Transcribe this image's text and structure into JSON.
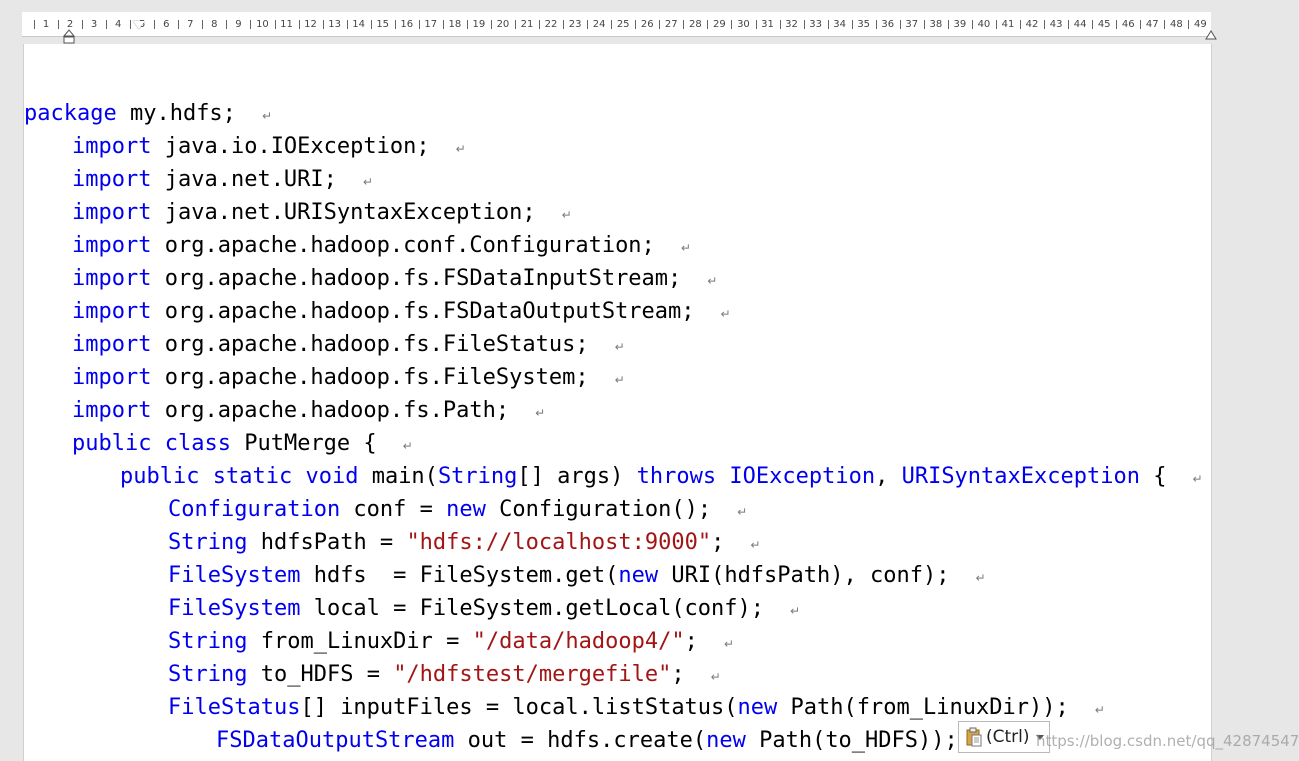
{
  "ruler": {
    "numbers": [
      "1",
      "2",
      "3",
      "4",
      "5",
      "6",
      "7",
      "8",
      "9",
      "10",
      "11",
      "12",
      "13",
      "14",
      "15",
      "16",
      "17",
      "18",
      "19",
      "20",
      "21",
      "22",
      "23",
      "24",
      "25",
      "26",
      "27",
      "28",
      "29",
      "30",
      "31",
      "32",
      "33",
      "34",
      "35",
      "36",
      "37",
      "38",
      "39",
      "40",
      "41",
      "42",
      "43",
      "44",
      "45",
      "46",
      "47",
      "48",
      "49"
    ]
  },
  "colors": {
    "keyword": "#0000ee",
    "string": "#a31515",
    "plain": "#000000",
    "paragraph_mark": "#7a7a7a"
  },
  "document": {
    "paragraph_mark": "↵",
    "lines": [
      {
        "indent": 0,
        "tokens": [
          {
            "t": "kw",
            "v": "package"
          },
          {
            "t": "plain",
            "v": " my.hdfs;"
          }
        ]
      },
      {
        "indent": 1,
        "tokens": [
          {
            "t": "kw",
            "v": "import"
          },
          {
            "t": "plain",
            "v": " java.io.IOException;"
          }
        ]
      },
      {
        "indent": 1,
        "tokens": [
          {
            "t": "kw",
            "v": "import"
          },
          {
            "t": "plain",
            "v": " java.net.URI;"
          }
        ]
      },
      {
        "indent": 1,
        "tokens": [
          {
            "t": "kw",
            "v": "import"
          },
          {
            "t": "plain",
            "v": " java.net.URISyntaxException;"
          }
        ]
      },
      {
        "indent": 1,
        "tokens": [
          {
            "t": "kw",
            "v": "import"
          },
          {
            "t": "plain",
            "v": " org.apache.hadoop.conf.Configuration;"
          }
        ]
      },
      {
        "indent": 1,
        "tokens": [
          {
            "t": "kw",
            "v": "import"
          },
          {
            "t": "plain",
            "v": " org.apache.hadoop.fs.FSDataInputStream;"
          }
        ]
      },
      {
        "indent": 1,
        "tokens": [
          {
            "t": "kw",
            "v": "import"
          },
          {
            "t": "plain",
            "v": " org.apache.hadoop.fs.FSDataOutputStream;"
          }
        ]
      },
      {
        "indent": 1,
        "tokens": [
          {
            "t": "kw",
            "v": "import"
          },
          {
            "t": "plain",
            "v": " org.apache.hadoop.fs.FileStatus;"
          }
        ]
      },
      {
        "indent": 1,
        "tokens": [
          {
            "t": "kw",
            "v": "import"
          },
          {
            "t": "plain",
            "v": " org.apache.hadoop.fs.FileSystem;"
          }
        ]
      },
      {
        "indent": 1,
        "tokens": [
          {
            "t": "kw",
            "v": "import"
          },
          {
            "t": "plain",
            "v": " org.apache.hadoop.fs.Path;"
          }
        ]
      },
      {
        "indent": 1,
        "tokens": [
          {
            "t": "kw",
            "v": "public"
          },
          {
            "t": "plain",
            "v": " "
          },
          {
            "t": "kw",
            "v": "class"
          },
          {
            "t": "plain",
            "v": " PutMerge {"
          }
        ]
      },
      {
        "indent": 2,
        "tokens": [
          {
            "t": "kw",
            "v": "public"
          },
          {
            "t": "plain",
            "v": " "
          },
          {
            "t": "kw",
            "v": "static"
          },
          {
            "t": "plain",
            "v": " "
          },
          {
            "t": "kw",
            "v": "void"
          },
          {
            "t": "plain",
            "v": " main("
          },
          {
            "t": "kw",
            "v": "String"
          },
          {
            "t": "plain",
            "v": "[] args) "
          },
          {
            "t": "kw",
            "v": "throws"
          },
          {
            "t": "plain",
            "v": " "
          },
          {
            "t": "kw",
            "v": "IOException"
          },
          {
            "t": "plain",
            "v": ", "
          },
          {
            "t": "kw",
            "v": "URISyntaxException"
          },
          {
            "t": "plain",
            "v": " {"
          }
        ]
      },
      {
        "indent": 3,
        "tokens": [
          {
            "t": "kw",
            "v": "Configuration"
          },
          {
            "t": "plain",
            "v": " conf = "
          },
          {
            "t": "kw",
            "v": "new"
          },
          {
            "t": "plain",
            "v": " Configuration();"
          }
        ]
      },
      {
        "indent": 3,
        "tokens": [
          {
            "t": "kw",
            "v": "String"
          },
          {
            "t": "plain",
            "v": " hdfsPath = "
          },
          {
            "t": "str",
            "v": "\"hdfs://localhost:9000\""
          },
          {
            "t": "plain",
            "v": ";"
          }
        ]
      },
      {
        "indent": 3,
        "tokens": [
          {
            "t": "kw",
            "v": "FileSystem"
          },
          {
            "t": "plain",
            "v": " hdfs  = FileSystem.get("
          },
          {
            "t": "kw",
            "v": "new"
          },
          {
            "t": "plain",
            "v": " URI(hdfsPath), conf);"
          }
        ]
      },
      {
        "indent": 3,
        "tokens": [
          {
            "t": "kw",
            "v": "FileSystem"
          },
          {
            "t": "plain",
            "v": " local = FileSystem.getLocal(conf);"
          }
        ]
      },
      {
        "indent": 3,
        "tokens": [
          {
            "t": "kw",
            "v": "String"
          },
          {
            "t": "plain",
            "v": " from_LinuxDir = "
          },
          {
            "t": "str",
            "v": "\"/data/hadoop4/\""
          },
          {
            "t": "plain",
            "v": ";"
          }
        ]
      },
      {
        "indent": 3,
        "tokens": [
          {
            "t": "kw",
            "v": "String"
          },
          {
            "t": "plain",
            "v": " to_HDFS = "
          },
          {
            "t": "str",
            "v": "\"/hdfstest/mergefile\""
          },
          {
            "t": "plain",
            "v": ";"
          }
        ]
      },
      {
        "indent": 3,
        "tokens": [
          {
            "t": "kw",
            "v": "FileStatus"
          },
          {
            "t": "plain",
            "v": "[] inputFiles = local.listStatus("
          },
          {
            "t": "kw",
            "v": "new"
          },
          {
            "t": "plain",
            "v": " Path(from_LinuxDir));"
          }
        ]
      },
      {
        "indent": 4,
        "tokens": [
          {
            "t": "kw",
            "v": "FSDataOutputStream"
          },
          {
            "t": "plain",
            "v": " out = hdfs.create("
          },
          {
            "t": "kw",
            "v": "new"
          },
          {
            "t": "plain",
            "v": " Path(to_HDFS));"
          }
        ]
      }
    ]
  },
  "paste_options": {
    "label": "(Ctrl)",
    "icon": "clipboard-icon"
  },
  "watermark": {
    "text": "https://blog.csdn.net/qq_42874547"
  }
}
